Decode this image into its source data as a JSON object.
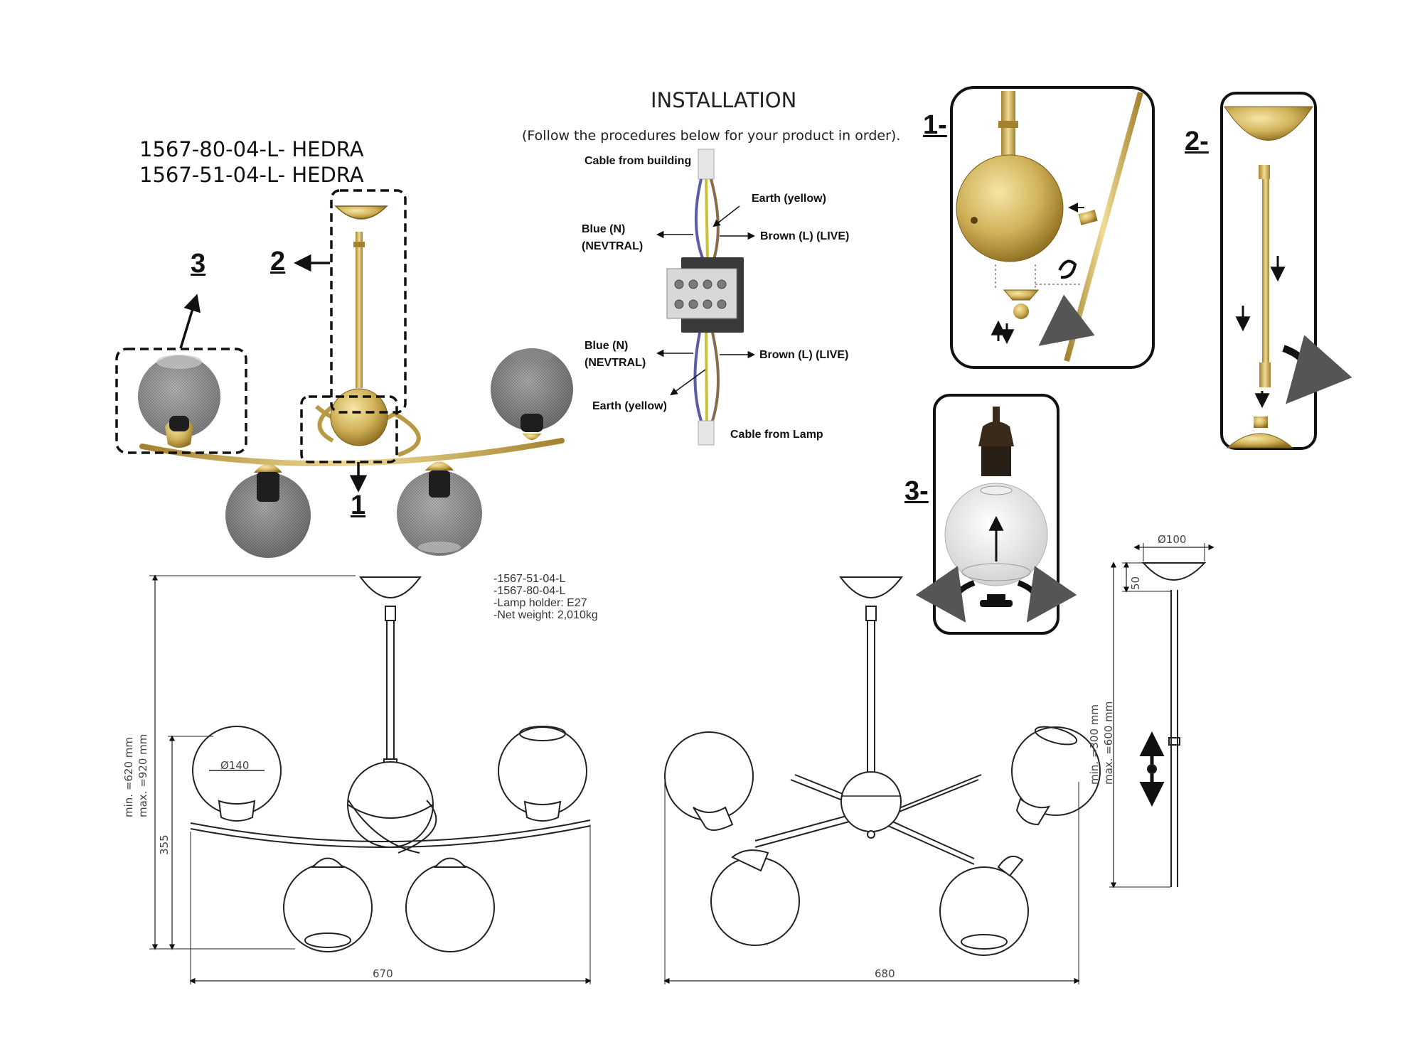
{
  "models": {
    "line1": "1567-80-04-L- HEDRA",
    "line2": "1567-51-04-L- HEDRA"
  },
  "installation": {
    "title": "INSTALLATION",
    "subtitle": "(Follow the procedures below for your product in order).",
    "wiring": {
      "cable_from_building": "Cable from building",
      "earth_top": "Earth (yellow)",
      "blue_top": "Blue (N)",
      "neutral_top": "(NEVTRAL)",
      "brown_top": "Brown (L) (LIVE)",
      "blue_bottom": "Blue (N)",
      "neutral_bottom": "(NEVTRAL)",
      "brown_bottom": "Brown (L) (LIVE)",
      "earth_bottom": "Earth (yellow)",
      "cable_from_lamp": "Cable from Lamp"
    }
  },
  "callouts": {
    "overview": {
      "one": "1",
      "two": "2",
      "three": "3"
    },
    "steps": {
      "one": "1-",
      "two": "2-",
      "three": "3-"
    }
  },
  "specs": [
    "-1567-51-04-L",
    "-1567-80-04-L",
    "-Lamp holder: E27",
    "-Net weight: 2,010kg"
  ],
  "dimensions": {
    "height_range_min": "min. =620 mm",
    "height_range_max": "max. =920 mm",
    "globe_diameter": "Ø140",
    "body_height": "355",
    "width_front": "670",
    "width_side": "680",
    "canopy_diameter": "Ø100",
    "canopy_height": "50",
    "rod_min": "min. =300 mm",
    "rod_max": "max. =600 mm"
  },
  "colors": {
    "gold": "#c9a648",
    "gold_dark": "#8a6a1c",
    "smoke_glass": "#6f6f6f",
    "wire_blue": "#5b5ba8",
    "wire_yellow": "#c8c23a",
    "wire_brown": "#8a6a4a"
  }
}
